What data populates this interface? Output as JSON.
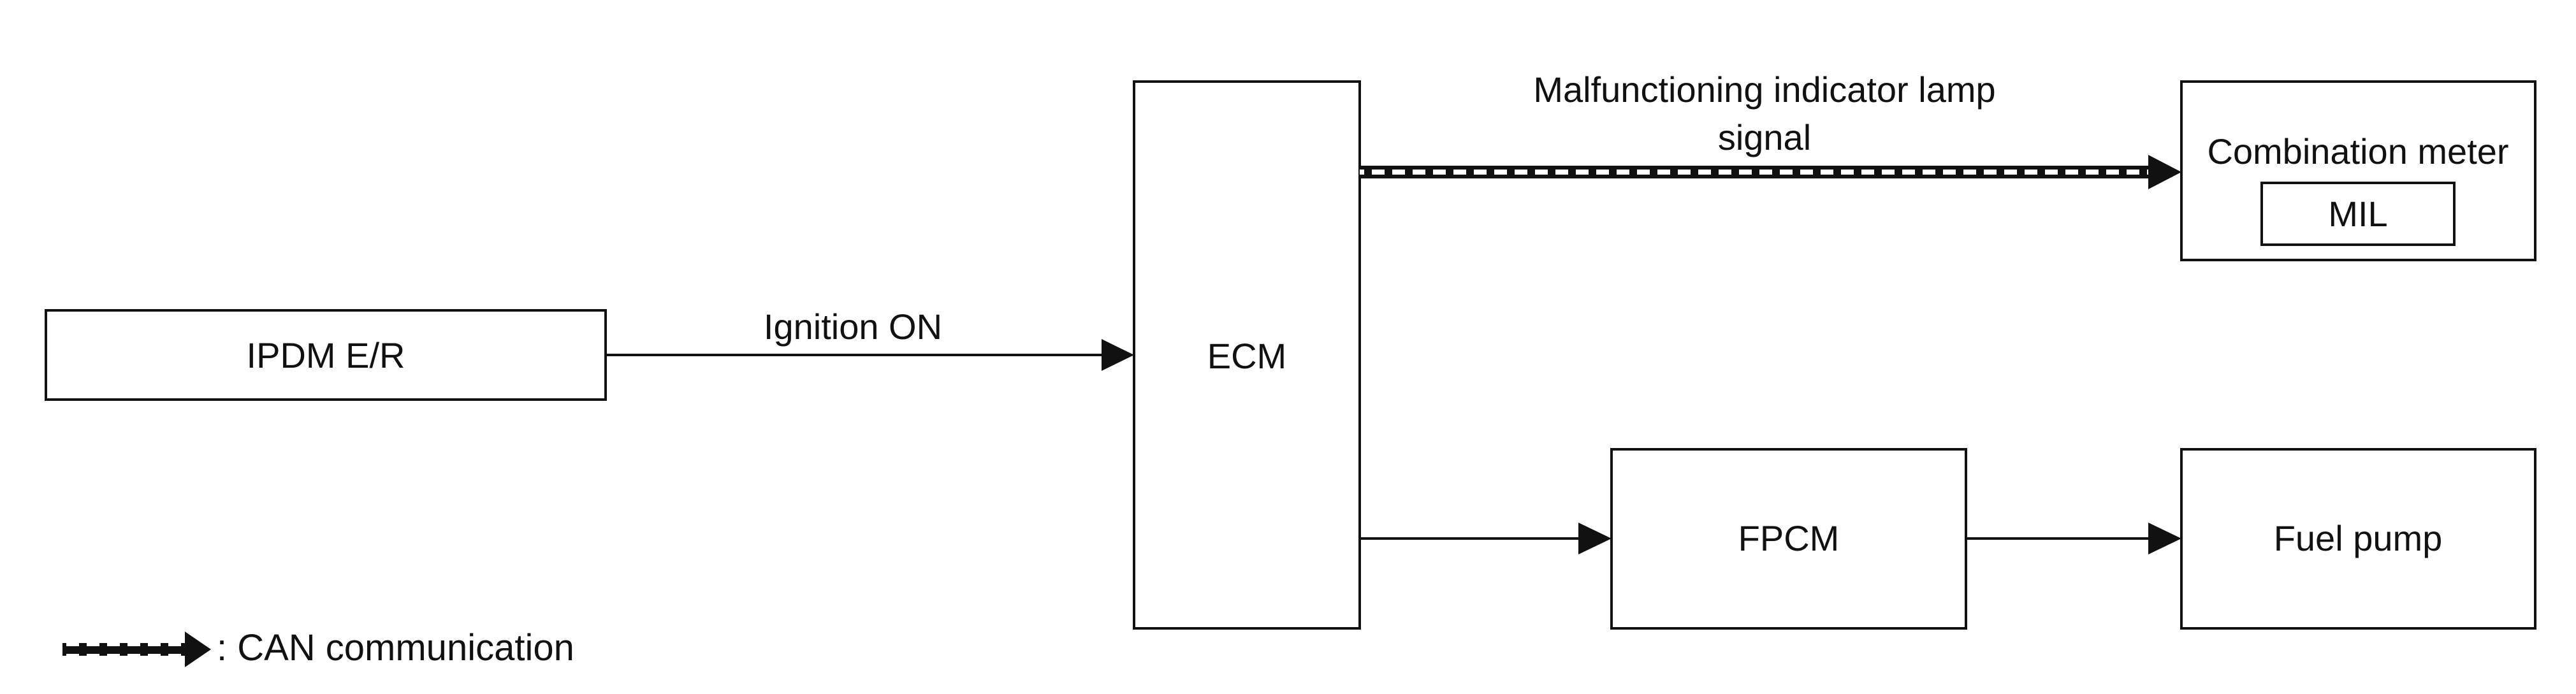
{
  "blocks": {
    "ipdm": {
      "label": "IPDM E/R"
    },
    "ecm": {
      "label": "ECM"
    },
    "combination_meter": {
      "label": "Combination meter"
    },
    "mil": {
      "label": "MIL"
    },
    "fpcm": {
      "label": "FPCM"
    },
    "fuel_pump": {
      "label": "Fuel pump"
    }
  },
  "signals": {
    "ignition_on": {
      "label": "Ignition ON"
    },
    "mil_signal": {
      "line1": "Malfunctioning indicator lamp",
      "line2": "signal"
    }
  },
  "legend": {
    "label": ": CAN communication"
  }
}
